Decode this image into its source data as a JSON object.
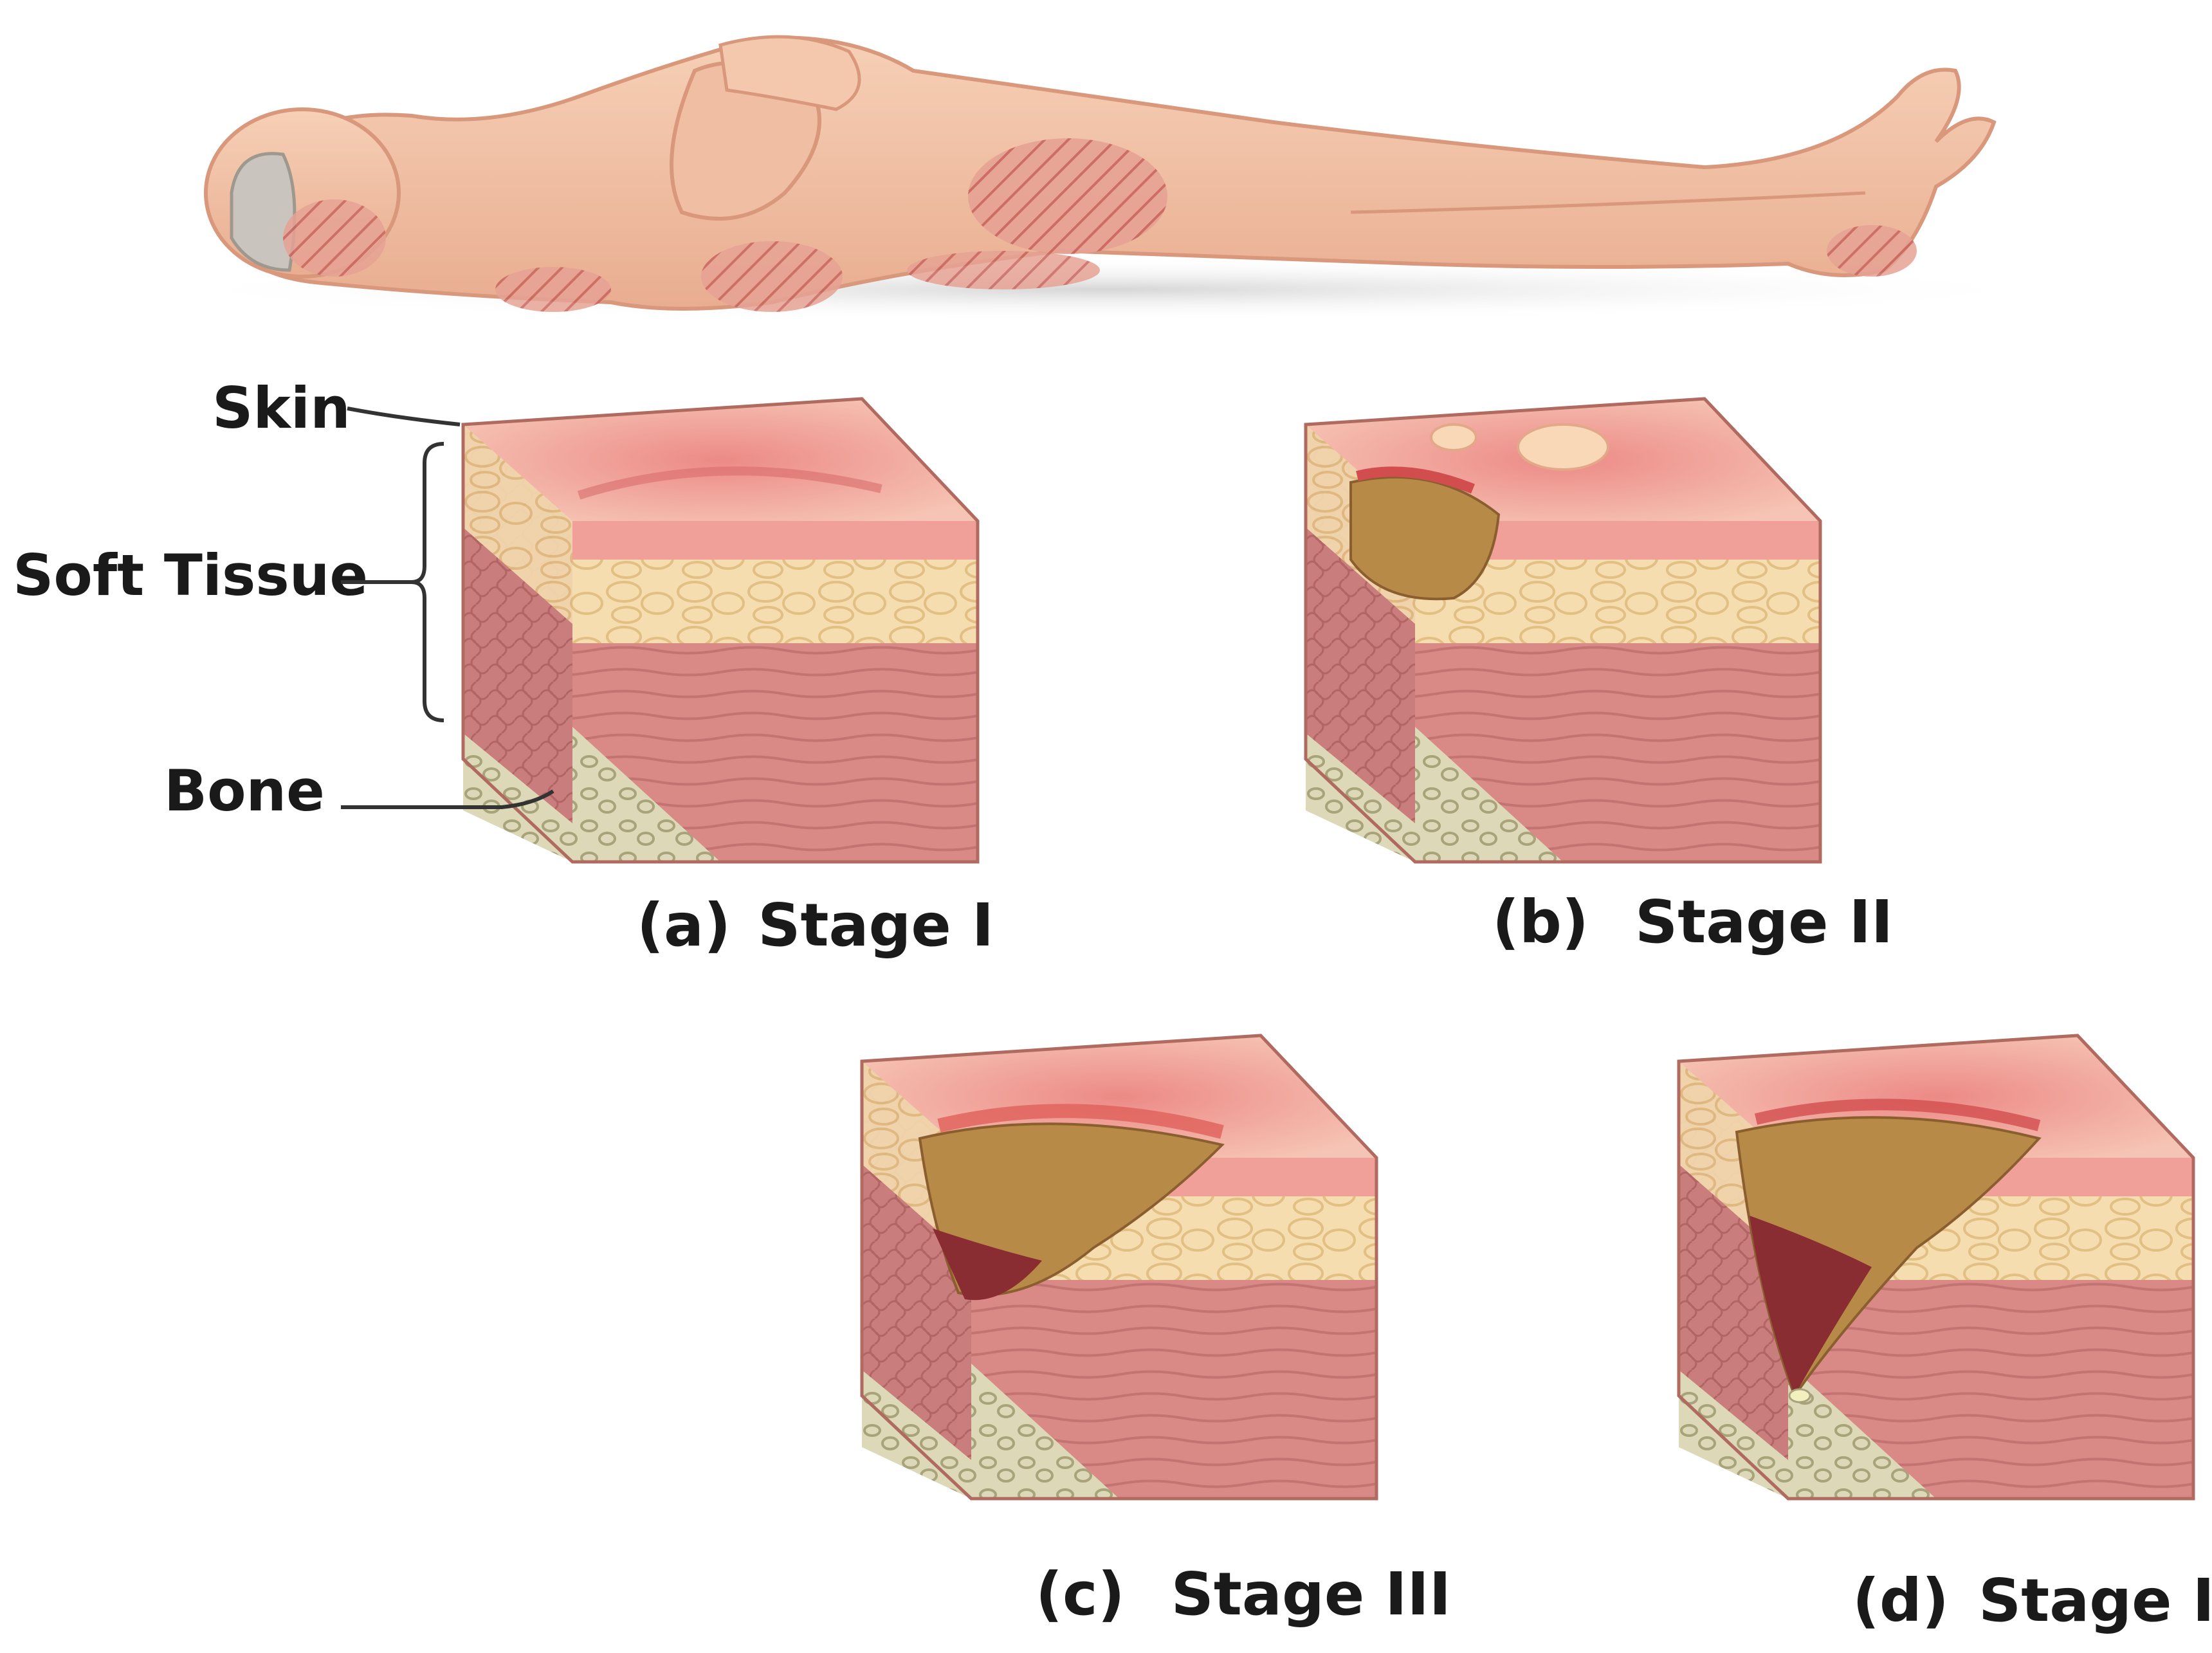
{
  "labels": {
    "skin": "Skin",
    "soft_tissue": "Soft Tissue",
    "bone": "Bone"
  },
  "stages": [
    {
      "letter": "(a)",
      "name": "Stage I"
    },
    {
      "letter": "(b)",
      "name": "Stage II"
    },
    {
      "letter": "(c)",
      "name": "Stage III"
    },
    {
      "letter": "(d)",
      "name": "Stage IV"
    }
  ],
  "colors": {
    "skin_body": "#f2c4a8",
    "skin_top": "#f0a8a0",
    "fat": "#f4dcab",
    "muscle": "#d98a86",
    "muscle_side": "#c97d7d",
    "bone": "#d8d4b2",
    "pressure_zone": "#d8877e",
    "wound_slough": "#b88a48",
    "wound_deep": "#8a2d32",
    "wound_red": "#e0605a"
  }
}
